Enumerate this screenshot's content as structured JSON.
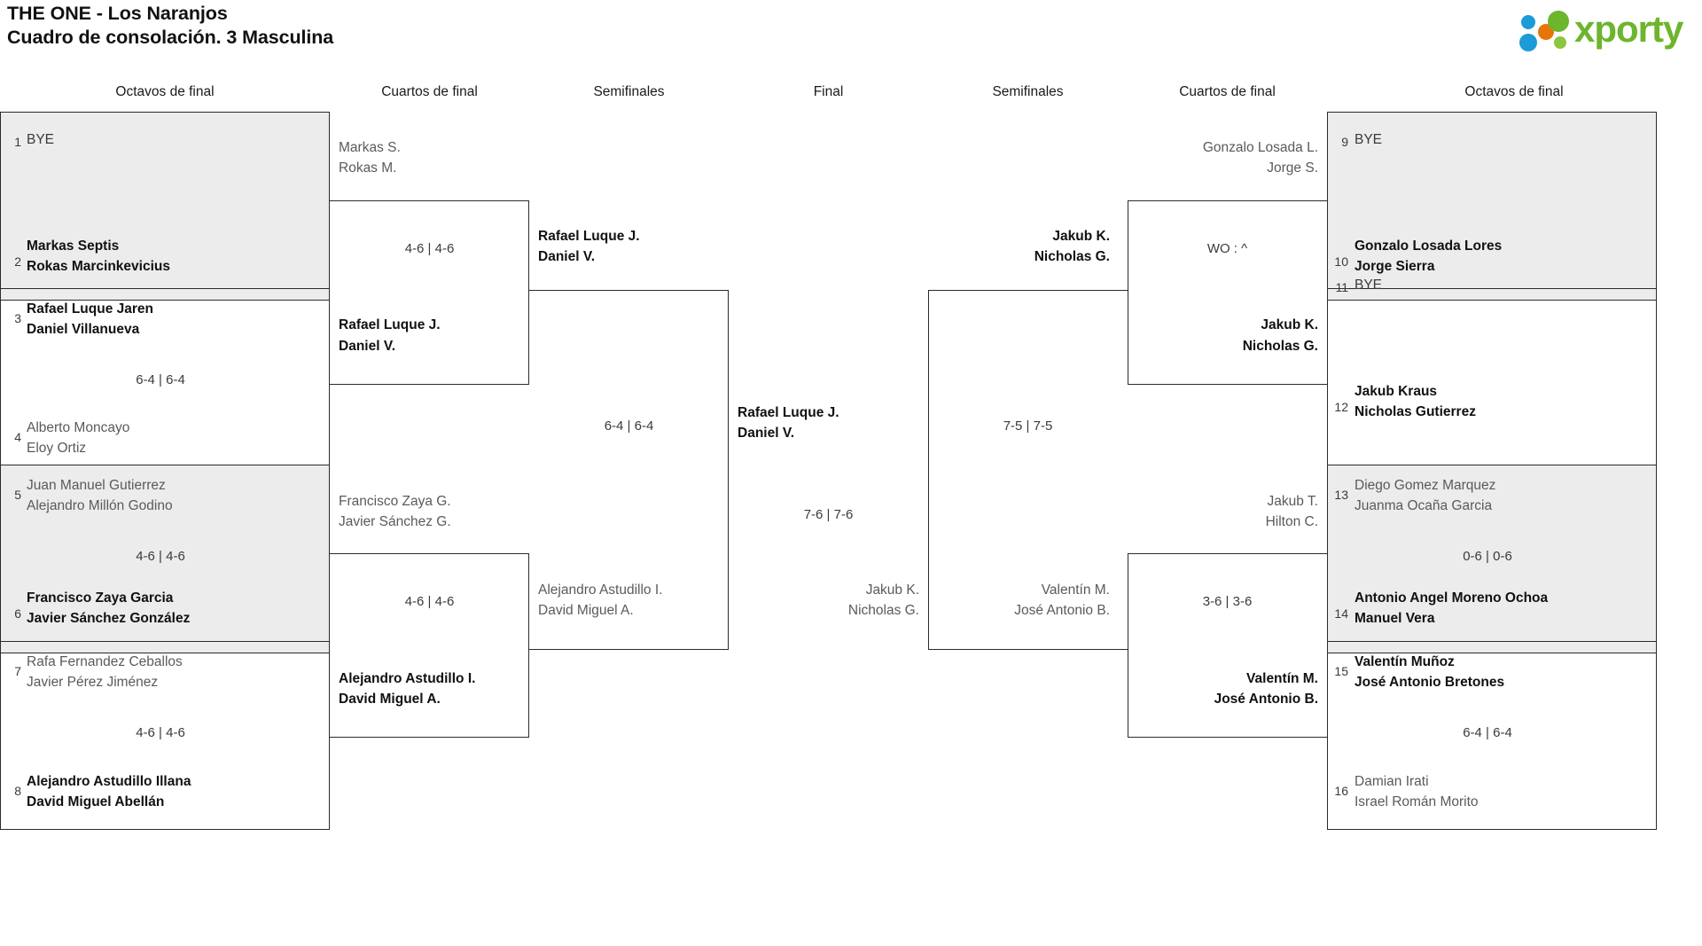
{
  "header": {
    "title_line1": "THE ONE - Los Naranjos",
    "title_line2": "Cuadro de consolación. 3 Masculina",
    "logo_text": "xporty",
    "logo_colors": {
      "blue": "#1b9bd8",
      "orange": "#e8750a",
      "green_dark": "#6cb52d",
      "green_light": "#8cc63f"
    }
  },
  "round_headers": [
    {
      "label": "Octavos de final"
    },
    {
      "label": "Cuartos de final"
    },
    {
      "label": "Semifinales"
    },
    {
      "label": "Final"
    },
    {
      "label": "Semifinales"
    },
    {
      "label": "Cuartos de final"
    },
    {
      "label": "Octavos de final"
    }
  ],
  "left": {
    "r16": [
      {
        "seed": "1",
        "p1": "BYE",
        "p2": "",
        "state": "bye"
      },
      {
        "seed": "2",
        "p1": "Markas Septis",
        "p2": "Rokas Marcinkevicius",
        "state": "win"
      },
      {
        "seed": "3",
        "p1": "Rafael Luque Jaren",
        "p2": "Daniel Villanueva",
        "state": "win"
      },
      {
        "seed": "4",
        "p1": "Alberto Moncayo",
        "p2": "Eloy Ortiz",
        "state": "lose"
      },
      {
        "seed": "5",
        "p1": "Juan Manuel Gutierrez",
        "p2": "Alejandro Millón Godino",
        "state": "lose"
      },
      {
        "seed": "6",
        "p1": "Francisco Zaya Garcia",
        "p2": "Javier Sánchez González",
        "state": "win"
      },
      {
        "seed": "7",
        "p1": "Rafa Fernandez Ceballos",
        "p2": "Javier Pérez Jiménez",
        "state": "lose"
      },
      {
        "seed": "8",
        "p1": "Alejandro Astudillo Illana",
        "p2": "David Miguel Abellán",
        "state": "win"
      }
    ],
    "r16_scores": [
      "6-4 | 6-4",
      "4-6 | 4-6",
      "4-6 | 4-6"
    ],
    "qf": [
      {
        "p1": "Markas S.",
        "p2": "Rokas M.",
        "state": "lose"
      },
      {
        "p1": "Rafael Luque J.",
        "p2": "Daniel V.",
        "state": "win"
      },
      {
        "p1": "Francisco Zaya G.",
        "p2": "Javier Sánchez G.",
        "state": "lose"
      },
      {
        "p1": "Alejandro Astudillo I.",
        "p2": "David Miguel A.",
        "state": "win"
      }
    ],
    "qf_scores": [
      "4-6 | 4-6",
      "4-6 | 4-6"
    ],
    "sf": [
      {
        "p1": "Rafael Luque J.",
        "p2": "Daniel V.",
        "state": "win"
      },
      {
        "p1": "Alejandro Astudillo I.",
        "p2": "David Miguel A.",
        "state": "lose"
      }
    ],
    "sf_score": "6-4 | 6-4"
  },
  "final": {
    "top": {
      "p1": "Rafael Luque J.",
      "p2": "Daniel V.",
      "state": "win"
    },
    "bottom": {
      "p1": "Jakub K.",
      "p2": "Nicholas G.",
      "state": "lose"
    },
    "score": "7-6 | 7-6"
  },
  "right": {
    "sf": [
      {
        "p1": "Jakub K.",
        "p2": "Nicholas G.",
        "state": "win"
      },
      {
        "p1": "Valentín M.",
        "p2": "José Antonio B.",
        "state": "lose"
      }
    ],
    "sf_score": "7-5 | 7-5",
    "qf": [
      {
        "p1": "Gonzalo Losada L.",
        "p2": "Jorge S.",
        "state": "lose"
      },
      {
        "p1": "Jakub K.",
        "p2": "Nicholas G.",
        "state": "win"
      },
      {
        "p1": "Jakub T.",
        "p2": "Hilton C.",
        "state": "lose"
      },
      {
        "p1": "Valentín M.",
        "p2": "José Antonio B.",
        "state": "win"
      }
    ],
    "qf_scores": [
      "WO : ^",
      "3-6 | 3-6"
    ],
    "r16": [
      {
        "seed": "9",
        "p1": "BYE",
        "p2": "",
        "state": "bye"
      },
      {
        "seed": "10",
        "p1": "Gonzalo Losada Lores",
        "p2": "Jorge Sierra",
        "state": "win"
      },
      {
        "seed": "11",
        "p1": "BYE",
        "p2": "",
        "state": "bye"
      },
      {
        "seed": "12",
        "p1": "Jakub Kraus",
        "p2": "Nicholas Gutierrez",
        "state": "win"
      },
      {
        "seed": "13",
        "p1": "Diego Gomez Marquez",
        "p2": "Juanma Ocaña Garcia",
        "state": "lose"
      },
      {
        "seed": "14",
        "p1": "Antonio Angel Moreno Ochoa",
        "p2": "Manuel Vera",
        "state": "win"
      },
      {
        "seed": "15",
        "p1": "Valentín Muñoz",
        "p2": "José Antonio Bretones",
        "state": "win"
      },
      {
        "seed": "16",
        "p1": "Damian Irati",
        "p2": "Israel Román Morito",
        "state": "lose"
      }
    ],
    "r16_scores": [
      "0-6 | 0-6",
      "6-4 | 6-4"
    ]
  }
}
